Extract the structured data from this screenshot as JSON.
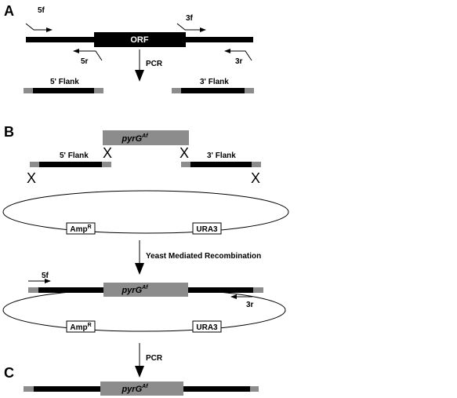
{
  "panels": {
    "a": "A",
    "b": "B",
    "c": "C"
  },
  "colors": {
    "black": "#000000",
    "grey": "#8c8c8c",
    "white": "#ffffff"
  },
  "panel_a": {
    "orf_label": "ORF",
    "primers": {
      "p5f": "5f",
      "p5r": "5r",
      "p3f": "3f",
      "p3r": "3r"
    },
    "step_label": "PCR",
    "flank5_label": "5' Flank",
    "flank3_label": "3' Flank"
  },
  "panel_b": {
    "marker_gene": "pyrG",
    "marker_superscript": "Af",
    "flank5_label": "5' Flank",
    "flank3_label": "3' Flank",
    "crossover_symbol": "X",
    "amp_label": "Amp",
    "amp_superscript": "R",
    "ura_label": "URA3",
    "step_label": "Yeast Mediated Recombination",
    "primer5f": "5f",
    "primer3r": "3r",
    "step2_label": "PCR"
  },
  "panel_c": {
    "marker_gene": "pyrG",
    "marker_superscript": "Af"
  }
}
